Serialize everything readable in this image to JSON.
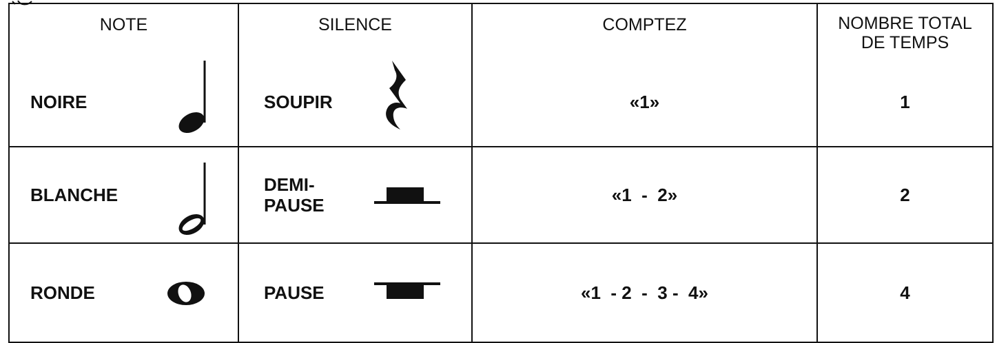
{
  "headers": {
    "note": "NOTE",
    "silence": "SILENCE",
    "count": "COMPTEZ",
    "total_line1": "NOMBRE TOTAL",
    "total_line2": "DE TEMPS"
  },
  "rows": [
    {
      "note": "NOIRE",
      "note_icon": "quarter-note-icon",
      "rest_line1": "SOUPIR",
      "rest_line2": "",
      "rest_icon": "quarter-rest-icon",
      "count": "«1»",
      "total": "1"
    },
    {
      "note": "BLANCHE",
      "note_icon": "half-note-icon",
      "rest_line1": "DEMI-",
      "rest_line2": "PAUSE",
      "rest_icon": "half-rest-icon",
      "count": "«1  -  2»",
      "total": "2"
    },
    {
      "note": "RONDE",
      "note_icon": "whole-note-icon",
      "rest_line1": "PAUSE",
      "rest_line2": "",
      "rest_icon": "whole-rest-icon",
      "count": "«1  - 2  -  3 -  4»",
      "total": "4"
    }
  ],
  "colors": {
    "ink": "#111111",
    "paper": "#ffffff"
  }
}
